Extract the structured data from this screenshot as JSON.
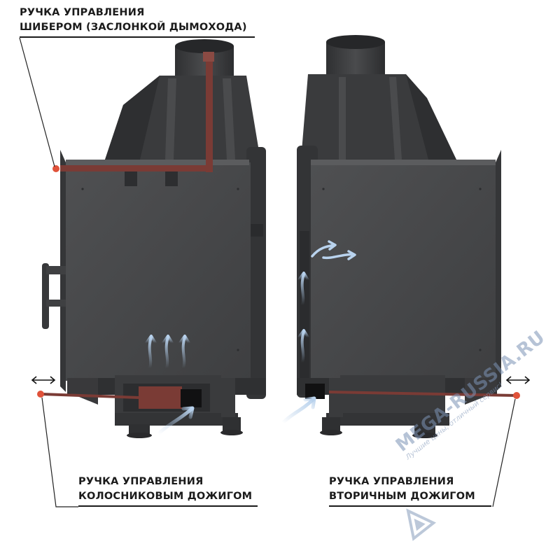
{
  "labels": {
    "damper_handle": {
      "line1": "РУЧКА УПРАВЛЕНИЯ",
      "line2": "ШИБЕРОМ (ЗАСЛОНКОЙ ДЫМОХОДА)"
    },
    "grate_afterburn_handle": {
      "line1": "РУЧКА УПРАВЛЕНИЯ",
      "line2": "КОЛОСНИКОВЫМ ДОЖИГОМ"
    },
    "secondary_afterburn_handle": {
      "line1": "РУЧКА УПРАВЛЕНИЯ",
      "line2": "ВТОРИЧНЫМ ДОЖИГОМ"
    }
  },
  "watermark": {
    "name": "MEGA-RUSSIA.RU",
    "slogan": "Лучшие цены, отличный сервис!"
  },
  "colors": {
    "body_dark": "#3c3d3f",
    "body_mid": "#4a4b4d",
    "body_light": "#58595b",
    "handle_red": "#7a3b35",
    "handle_knob": "#e0523a",
    "airflow_blue": "#a9c4e2",
    "leader_line": "#222222"
  },
  "icons": [
    "double-arrow-icon",
    "airflow-arrow-icon",
    "watermark-logo-icon"
  ]
}
